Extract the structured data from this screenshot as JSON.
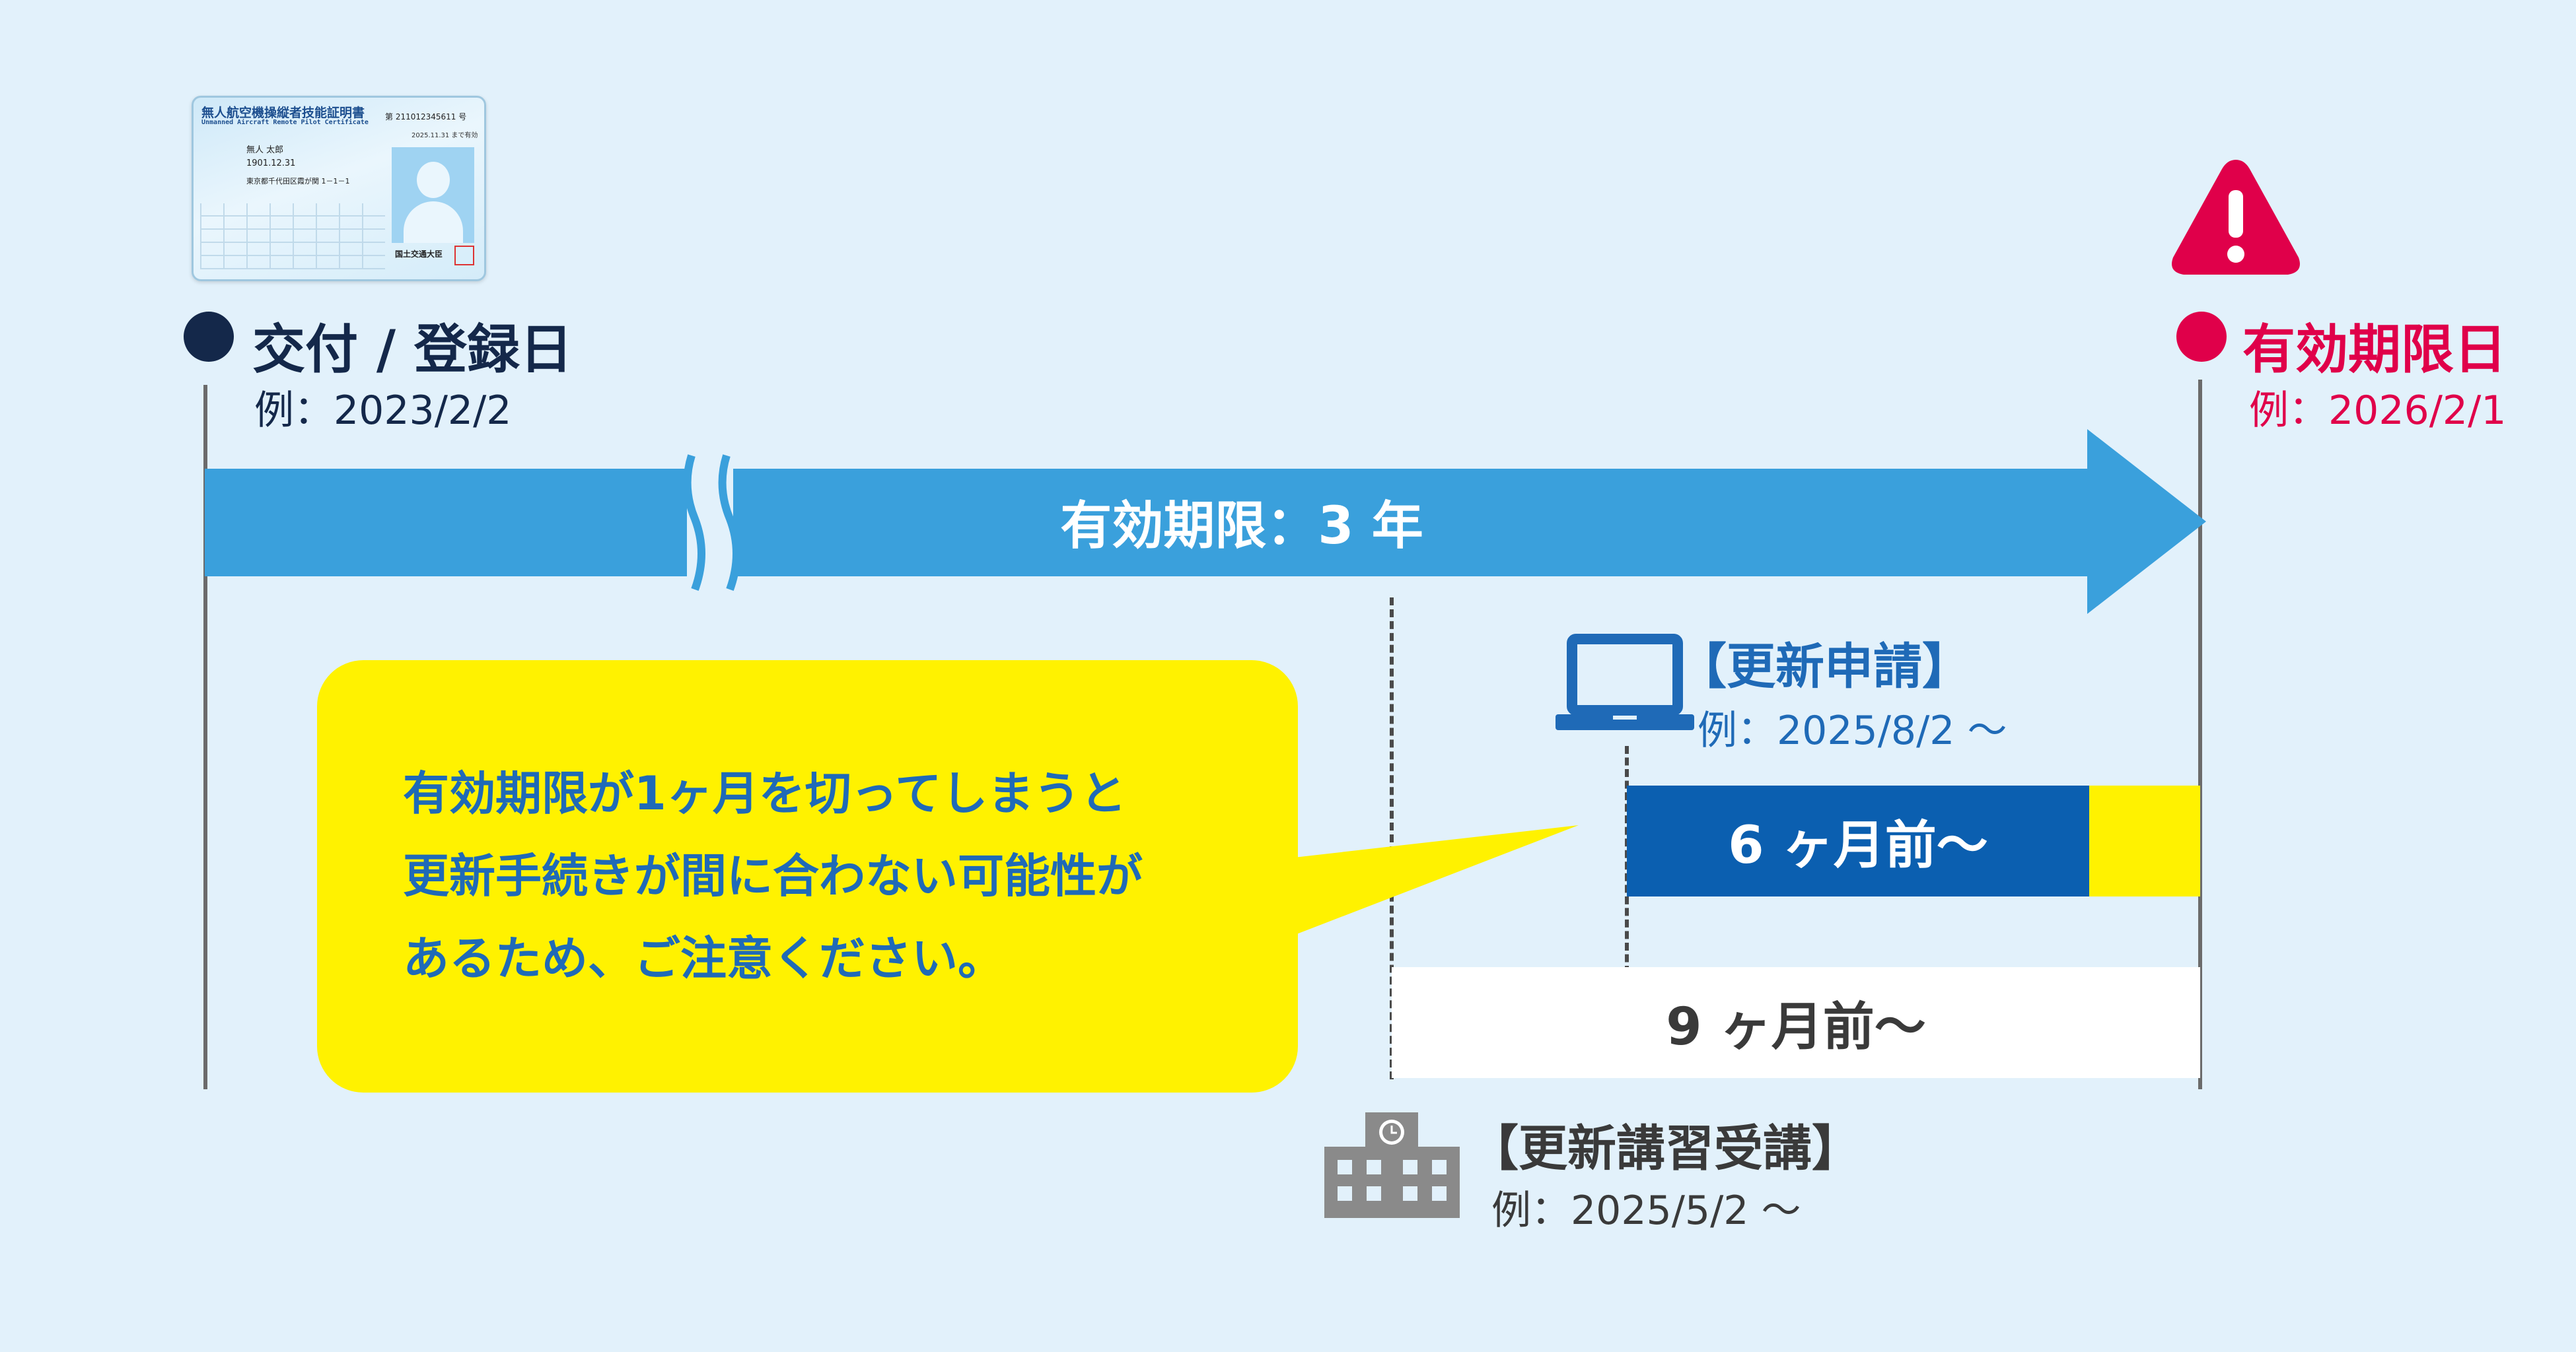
{
  "start": {
    "label": "交付 / 登録日",
    "example": "例：2023/2/2"
  },
  "end": {
    "label": "有効期限日",
    "example": "例：2026/2/1"
  },
  "validity_bar": {
    "label": "有効期限：3 年"
  },
  "online_application": {
    "title": "【更新申請】",
    "example": "例：2025/8/2 〜",
    "bar_label": "6 ヶ月前〜"
  },
  "renewal_course": {
    "title": "【更新講習受講】",
    "example": "例：2025/5/2 〜",
    "bar_label": "9 ヶ月前〜"
  },
  "callout": {
    "lines": [
      "有効期限が1ヶ月を切ってしまうと",
      "更新手続きが間に合わない可能性が",
      "あるため、ご注意ください。"
    ]
  },
  "license_card": {
    "title": "無人航空機操縦者技能証明書",
    "subtitle": "Unmanned Aircraft Remote Pilot Certificate",
    "number": "第 211012345611 号",
    "name": "無人 太郎",
    "dob": "1901.12.31",
    "expiry": "2025.11.31 まで有効",
    "address": "東京都千代田区霞が関 1－1－1",
    "issuer": "国土交通大臣"
  },
  "colors": {
    "start_dot": "#14284a",
    "end_red": "#e0004a",
    "arrow_blue": "#3aa0dc",
    "dark_blue": "#0b5fb0",
    "yellow": "#fff200",
    "icon_blue": "#1f6ab7",
    "icon_gray": "#8a8a8a"
  }
}
